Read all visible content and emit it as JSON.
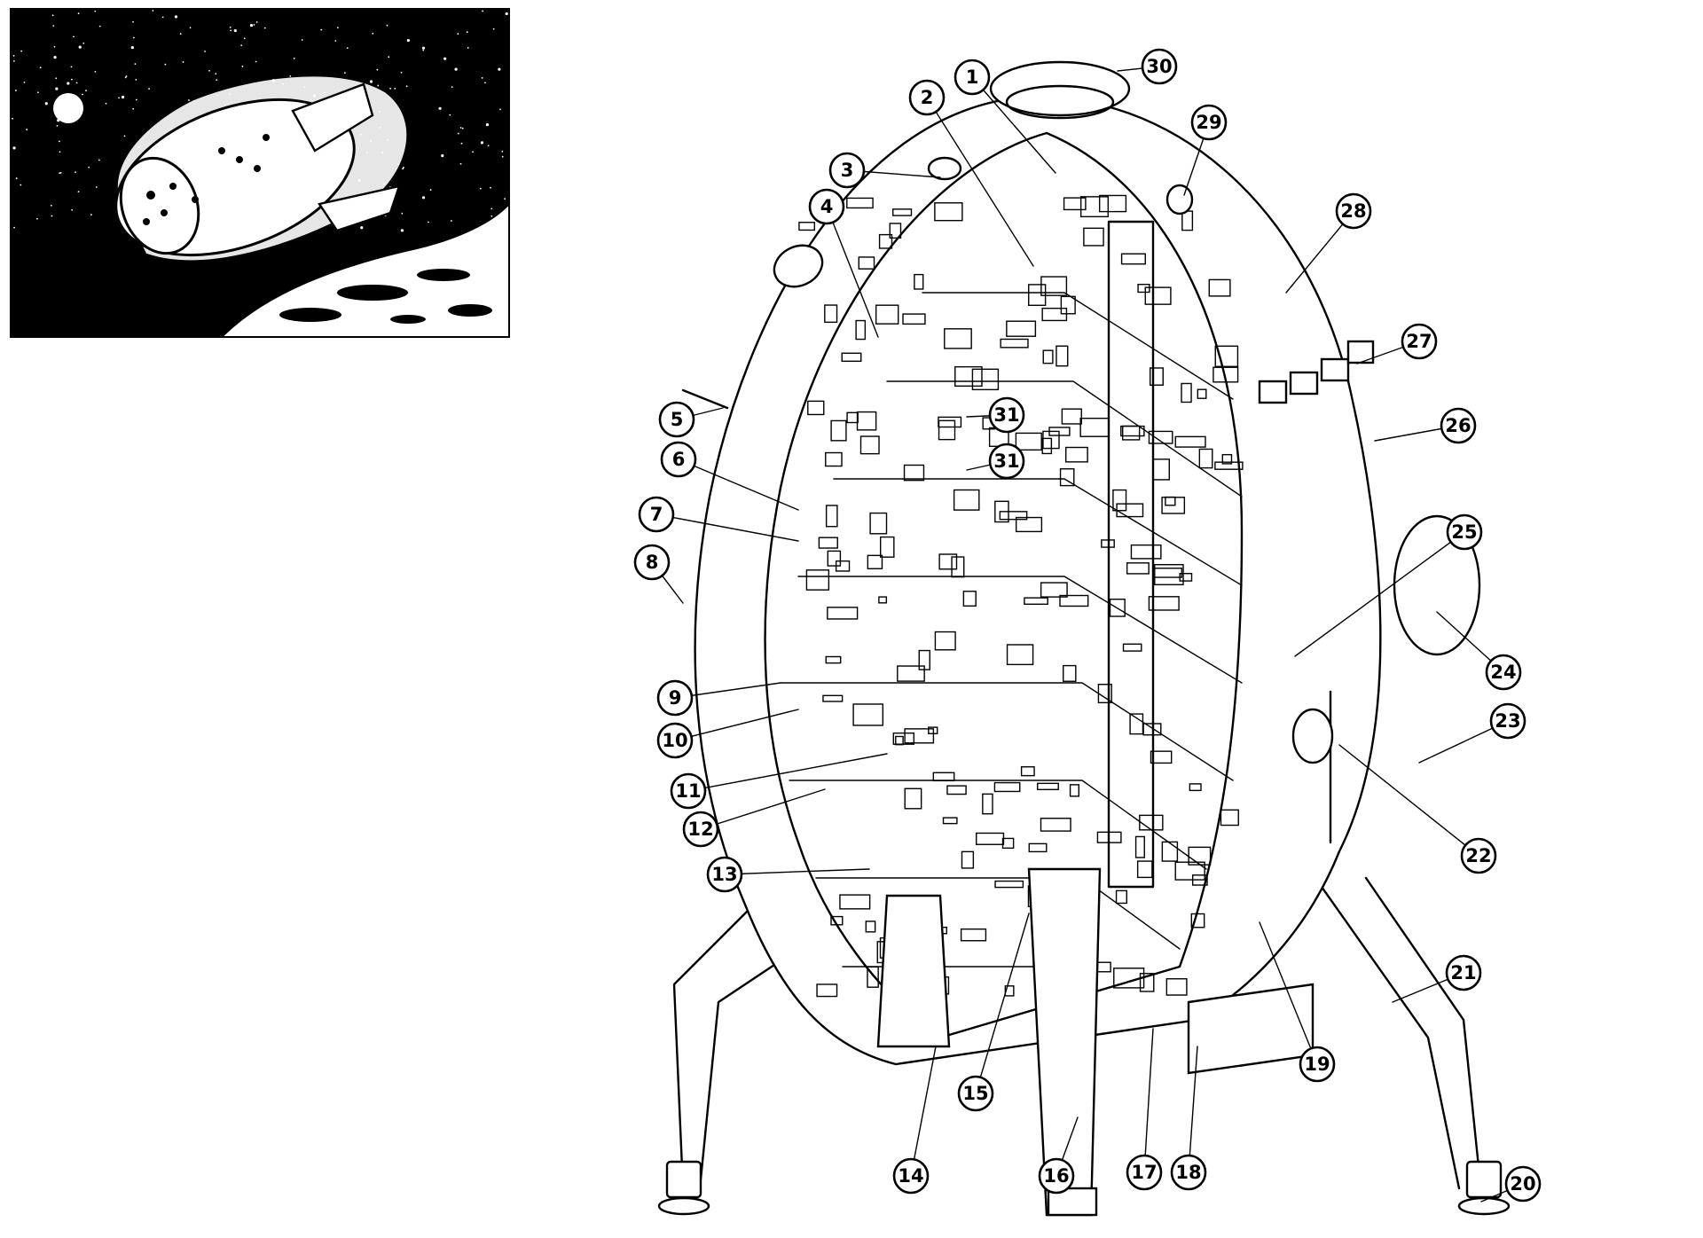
{
  "callouts": [
    {
      "label": "1"
    },
    {
      "label": "2"
    },
    {
      "label": "3"
    },
    {
      "label": "4"
    },
    {
      "label": "5"
    },
    {
      "label": "6"
    },
    {
      "label": "7"
    },
    {
      "label": "8"
    },
    {
      "label": "9"
    },
    {
      "label": "10"
    },
    {
      "label": "11"
    },
    {
      "label": "12"
    },
    {
      "label": "13"
    },
    {
      "label": "14"
    },
    {
      "label": "15"
    },
    {
      "label": "16"
    },
    {
      "label": "17"
    },
    {
      "label": "18"
    },
    {
      "label": "19"
    },
    {
      "label": "20"
    },
    {
      "label": "21"
    },
    {
      "label": "22"
    },
    {
      "label": "23"
    },
    {
      "label": "24"
    },
    {
      "label": "25"
    },
    {
      "label": "26"
    },
    {
      "label": "27"
    },
    {
      "label": "28"
    },
    {
      "label": "29"
    },
    {
      "label": "30"
    },
    {
      "label": "31"
    },
    {
      "label": "31"
    }
  ],
  "colors": {
    "ink": "#000000",
    "paper": "#ffffff",
    "space": "#000000"
  }
}
